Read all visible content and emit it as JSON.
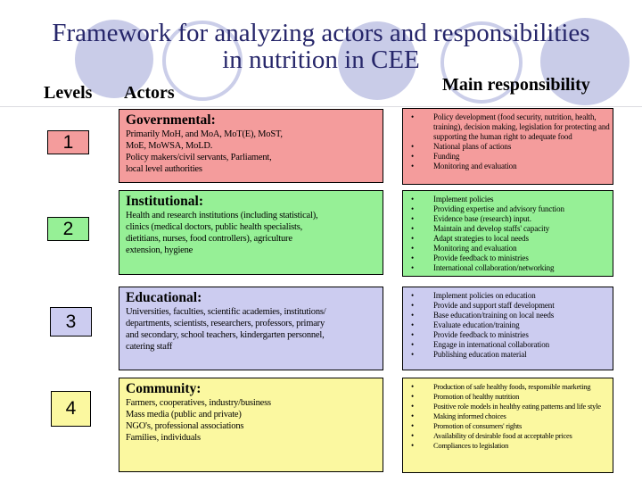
{
  "title": "Framework for analyzing actors and responsibilities\nin nutrition in CEE",
  "headers": {
    "levels": "Levels",
    "actors": "Actors",
    "responsibility": "Main responsibility"
  },
  "rows": [
    {
      "level": "1",
      "category": "Governmental:",
      "actors": "Primarily MoH, and MoA, MoT(E), MoST,\nMoE, MoWSA, MoLD.\nPolicy makers/civil servants, Parliament,\nlocal level authorities",
      "responsibilities": [
        "Policy development (food security, nutrition, health, training), decision making, legislation for protecting and supporting the human right to adequate food",
        "National plans of actions",
        "Funding",
        "Monitoring and evaluation"
      ],
      "color": "#f49c9c"
    },
    {
      "level": "2",
      "category": "Institutional:",
      "actors": "Health and research institutions (including statistical),\nclinics (medical doctors, public health specialists,\ndietitians, nurses, food controllers), agriculture\nextension, hygiene",
      "responsibilities": [
        "Implement policies",
        "Providing expertise and advisory function",
        "Evidence base (research) input.",
        "Maintain and develop staffs' capacity",
        "Adapt strategies to local needs",
        "Monitoring and evaluation",
        "Provide feedback to ministries",
        "International collaboration/networking"
      ],
      "color": "#96f096"
    },
    {
      "level": "3",
      "category": "Educational:",
      "actors": "Universities, faculties, scientific academies, institutions/\ndepartments, scientists, researchers, professors, primary\nand secondary, school teachers, kindergarten personnel,\ncatering staff",
      "responsibilities": [
        "Implement policies on education",
        "Provide and support staff development",
        "Base education/training on local needs",
        "Evaluate education/training",
        "Provide feedback to ministries",
        "Engage in international collaboration",
        "Publishing education material"
      ],
      "color": "#ccccf0"
    },
    {
      "level": "4",
      "category": "Community:",
      "actors": "Farmers, cooperatives, industry/business\nMass media (public and private)\nNGO's, professional associations\nFamilies, individuals",
      "responsibilities": [
        "Production of safe healthy foods, responsible marketing",
        "Promotion of healthy nutrition",
        "Positive role models in healthy eating patterns and life style",
        "Making informed choices",
        "Promotion of consumers' rights",
        "Availability of desirable food at acceptable prices",
        "Compliances to legislation"
      ],
      "color": "#fbf8a0"
    }
  ],
  "colors": {
    "title_text": "#26266a",
    "circle_fill": "#c9cce8",
    "box_border": "#000000",
    "row1": "#f49c9c",
    "row2": "#96f096",
    "row3": "#ccccf0",
    "row4": "#fbf8a0"
  }
}
